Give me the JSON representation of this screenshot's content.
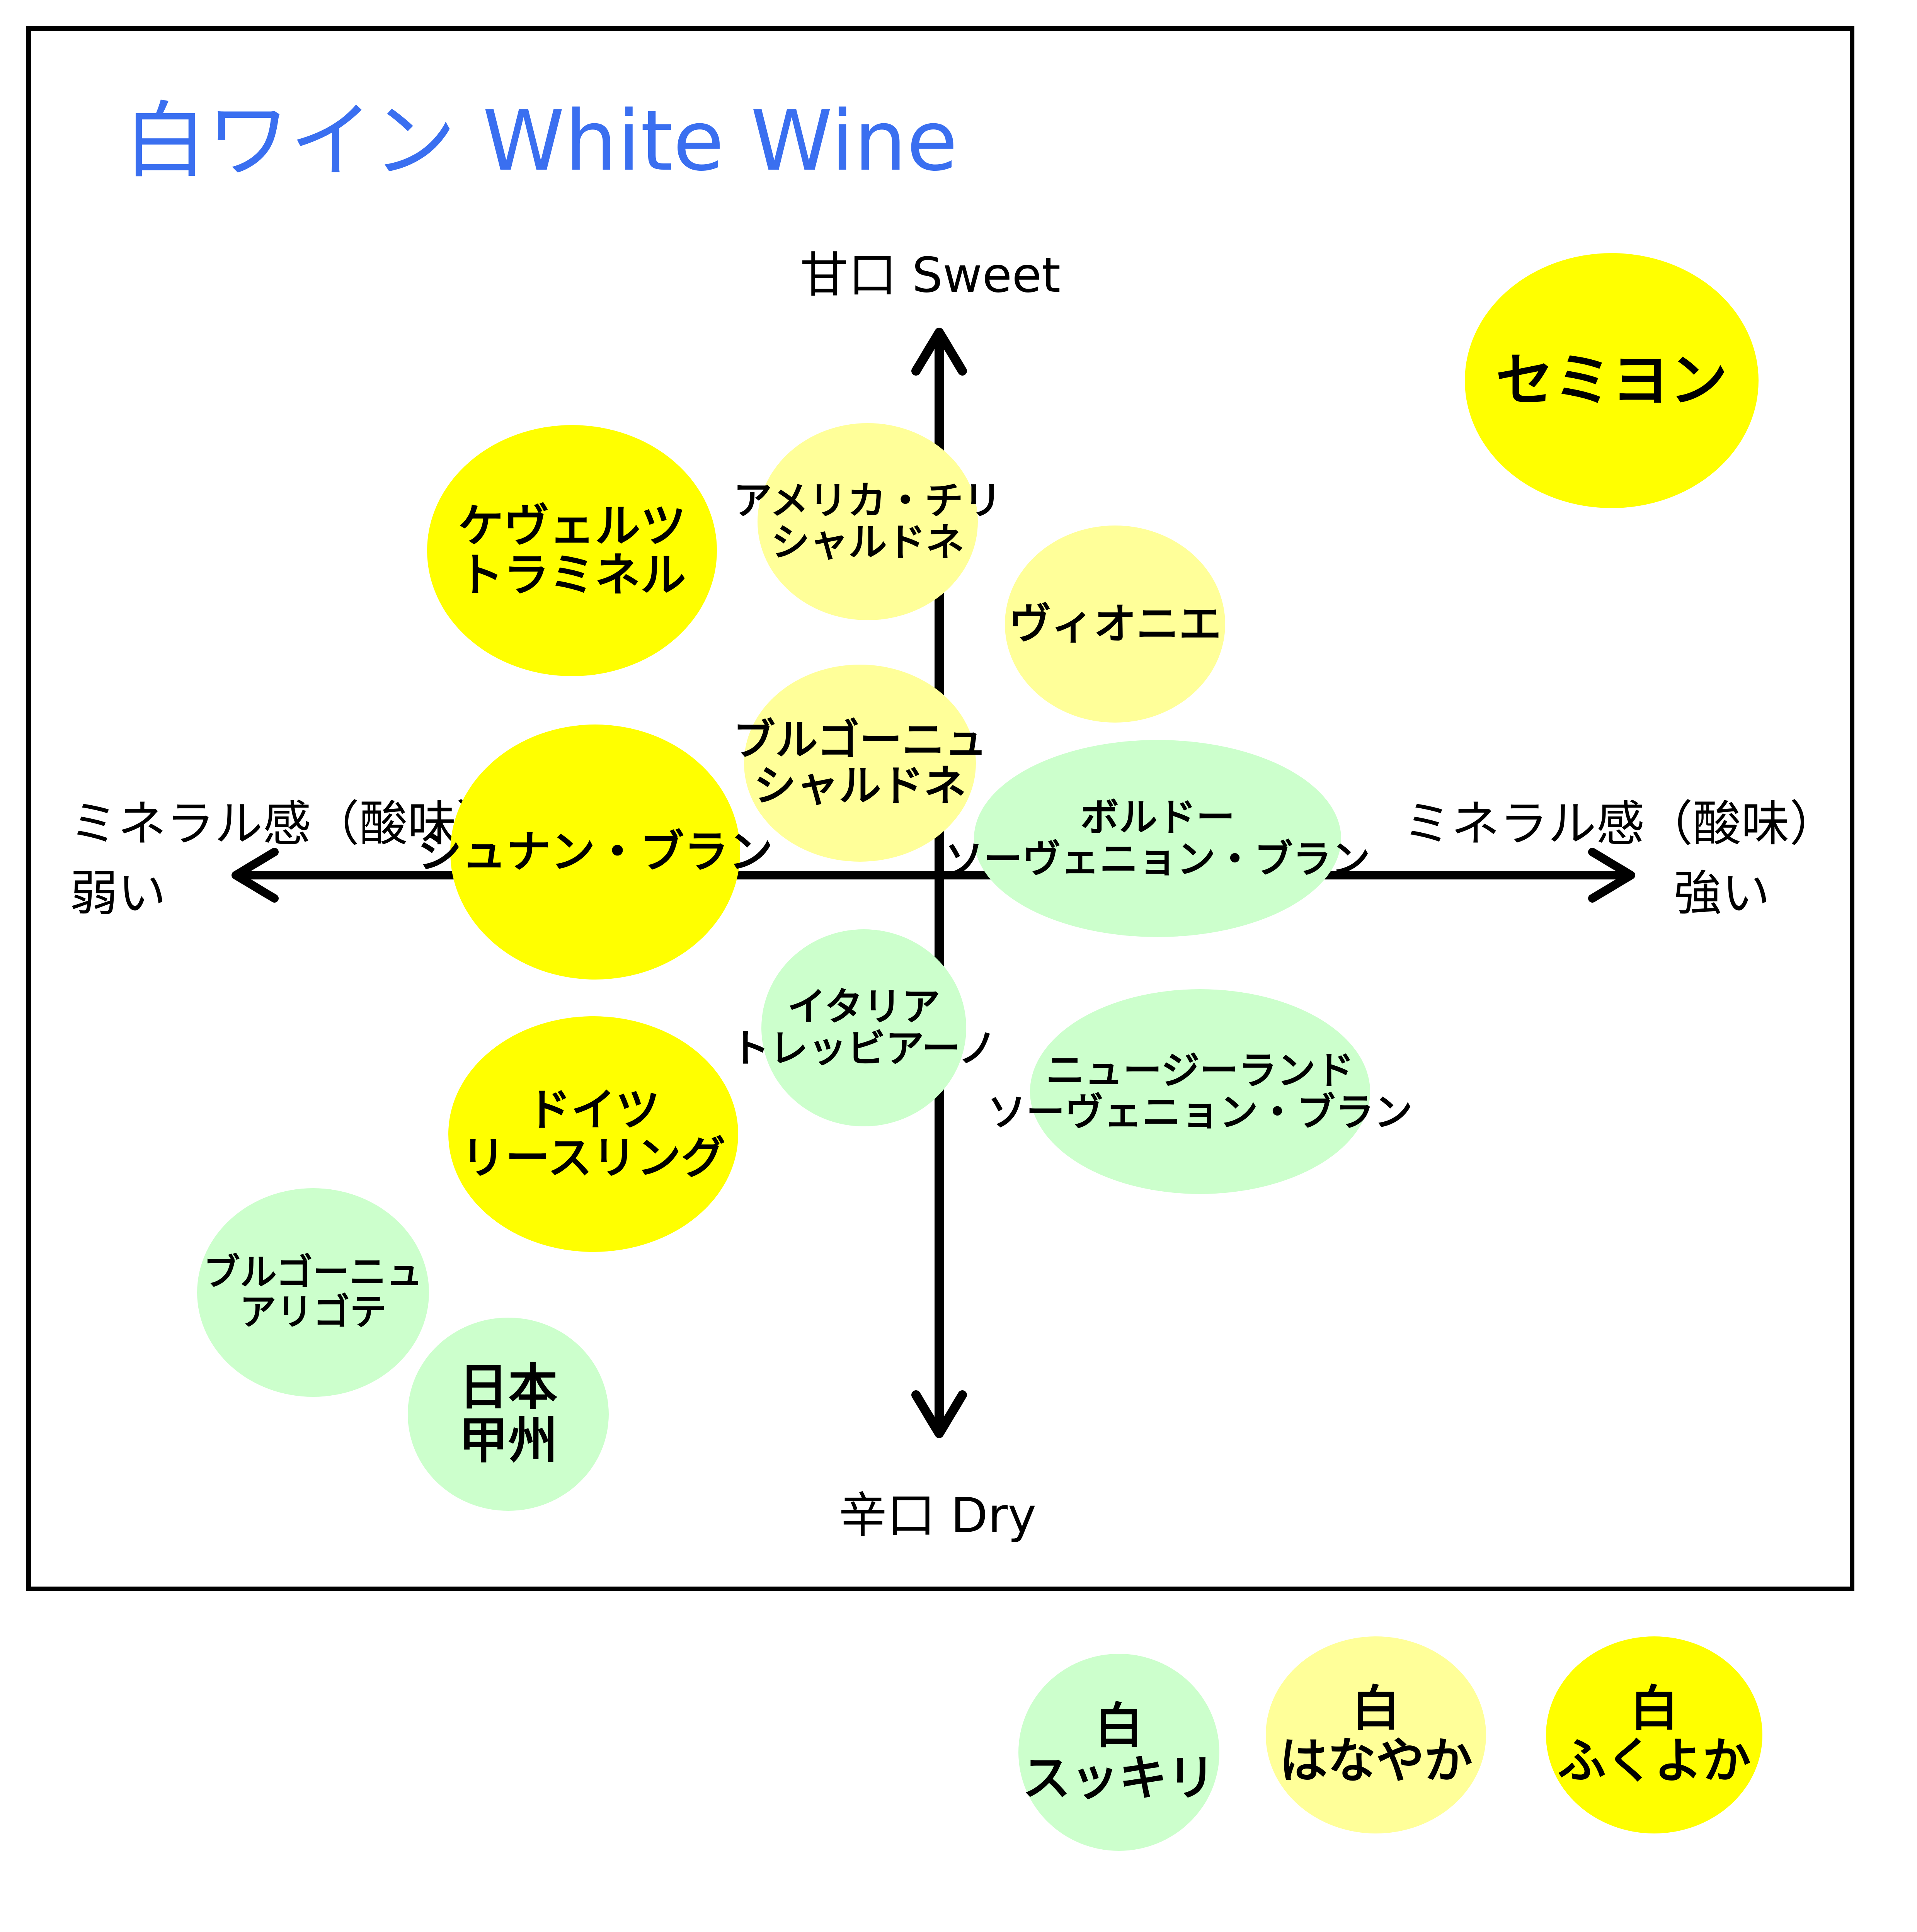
{
  "title": "白ワイン White Wine",
  "colors": {
    "title": "#3a6ff0",
    "sukkiri": "#ccffcc",
    "hanayaka": "#ffff99",
    "fukuyoka": "#ffff00"
  },
  "axes": {
    "top": "甘口 Sweet",
    "bottom": "辛口 Dry",
    "left_line1": "ミネラル感（酸味）",
    "left_line2": "弱い",
    "right_line1": "ミネラル感（酸味）",
    "right_line2": "強い"
  },
  "wines": [
    {
      "id": "semillon",
      "lines": [
        "セミヨン"
      ],
      "category": "fukuyoka"
    },
    {
      "id": "gewurztraminer",
      "lines": [
        "ケヴェルツ",
        "トラミネル"
      ],
      "category": "fukuyoka"
    },
    {
      "id": "america-chile-chardonnay",
      "lines": [
        "アメリカ・チリ",
        "シャルドネ"
      ],
      "category": "hanayaka"
    },
    {
      "id": "viognier",
      "lines": [
        "ヴィオニエ"
      ],
      "category": "hanayaka"
    },
    {
      "id": "bourgogne-chardonnay",
      "lines": [
        "ブルゴーニュ",
        "シャルドネ"
      ],
      "category": "hanayaka"
    },
    {
      "id": "chenin-blanc",
      "lines": [
        "シュナン・ブラン"
      ],
      "category": "fukuyoka"
    },
    {
      "id": "bordeaux-sauvignon-blanc",
      "lines": [
        "ボルドー",
        "ソーヴェニョン・ブラン"
      ],
      "category": "sukkiri"
    },
    {
      "id": "italy-trebbiano",
      "lines": [
        "イタリア",
        "トレッビアーノ"
      ],
      "category": "sukkiri"
    },
    {
      "id": "nz-sauvignon-blanc",
      "lines": [
        "ニュージーランド",
        "ソーヴェニョン・ブラン"
      ],
      "category": "sukkiri"
    },
    {
      "id": "germany-riesling",
      "lines": [
        "ドイツ",
        "リースリング"
      ],
      "category": "fukuyoka"
    },
    {
      "id": "bourgogne-aligote",
      "lines": [
        "ブルゴーニュ",
        "アリゴテ"
      ],
      "category": "sukkiri"
    },
    {
      "id": "japan-koshu",
      "lines": [
        "日本",
        "甲州"
      ],
      "category": "sukkiri"
    }
  ],
  "legend": [
    {
      "category": "sukkiri",
      "lines": [
        "白",
        "スッキリ"
      ]
    },
    {
      "category": "hanayaka",
      "lines": [
        "白",
        "はなやか"
      ]
    },
    {
      "category": "fukuyoka",
      "lines": [
        "白",
        "ふくよか"
      ]
    }
  ]
}
